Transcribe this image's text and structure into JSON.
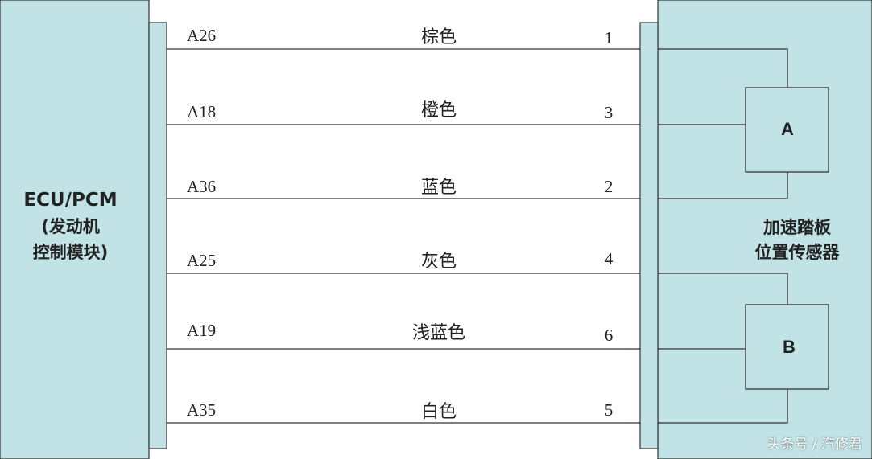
{
  "colors": {
    "panel_fill": "#c1e3e6",
    "line": "#333333",
    "connector_fill": "#c1e3e6"
  },
  "ecu": {
    "line1": "ECU/PCM",
    "line2": "(发动机",
    "line3": "控制模块)"
  },
  "sensor": {
    "line1": "加速踏板",
    "line2": "位置传感器",
    "box_a": "A",
    "box_b": "B"
  },
  "wires": [
    {
      "ecu_pin": "A26",
      "color": "棕色",
      "sensor_pin": "1"
    },
    {
      "ecu_pin": "A18",
      "color": "橙色",
      "sensor_pin": "3"
    },
    {
      "ecu_pin": "A36",
      "color": "蓝色",
      "sensor_pin": "2"
    },
    {
      "ecu_pin": "A25",
      "color": "灰色",
      "sensor_pin": "4"
    },
    {
      "ecu_pin": "A19",
      "color": "浅蓝色",
      "sensor_pin": "6"
    },
    {
      "ecu_pin": "A35",
      "color": "白色",
      "sensor_pin": "5"
    }
  ],
  "watermark": "头条号 / 汽修君"
}
